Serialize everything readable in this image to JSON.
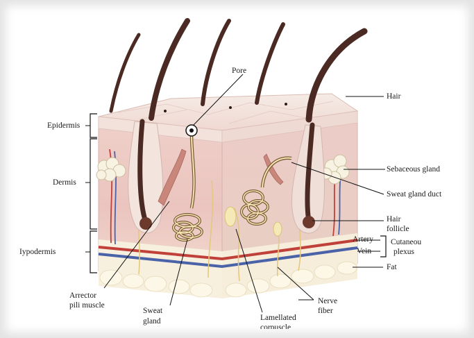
{
  "labels": {
    "pore": "Pore",
    "hair": "Hair",
    "epidermis": "Epidermis",
    "dermis": "Dermis",
    "hypodermis": "Iypodermis",
    "sebaceous_gland": "Sebaceous gland",
    "sweat_gland_duct": "Sweat gland duct",
    "hair_follicle_1": "Hair",
    "hair_follicle_2": "follicle",
    "artery": "Artery",
    "vein": "Vein",
    "cutaneous_1": "Cutaneou",
    "cutaneous_2": "plexus",
    "fat": "Fat",
    "arrector_1": "Arrector",
    "arrector_2": "pili muscle",
    "sweat_gland_1": "Sweat",
    "sweat_gland_2": "gland",
    "lamellated_1": "Lamellated",
    "lamellated_2": "corpuscle",
    "nerve_fiber_1": "Nerve",
    "nerve_fiber_2": "fiber"
  },
  "colors": {
    "epidermis": "#f1dcd6",
    "dermis_front": "#ecc6c1",
    "dermis_side": "#e3b5b2",
    "hypodermis": "#f7efdc",
    "fat_globules": "#fbf5e0",
    "hair": "#4a2a22",
    "artery": "#c0413a",
    "vein": "#4a62a8",
    "nerve": "#e8d28c",
    "leader": "#111111"
  }
}
